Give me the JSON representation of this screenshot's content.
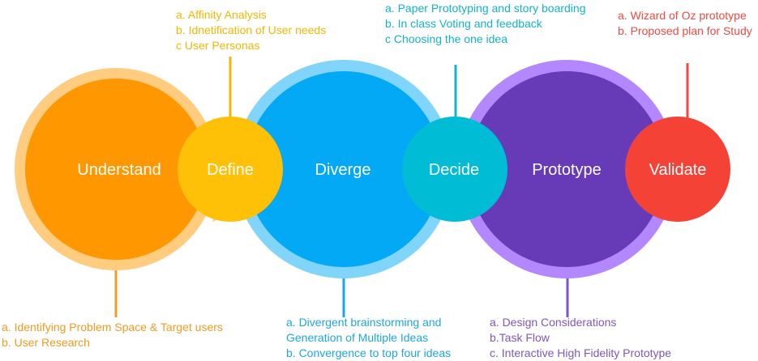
{
  "colors": {
    "understand": "#FF9800",
    "understand_ring": "#FFCC80",
    "define": "#FFC107",
    "diverge": "#03A9F4",
    "diverge_ring": "#81D4FA",
    "decide": "#00BCD4",
    "prototype": "#673AB7",
    "prototype_ring": "#B388FF",
    "validate": "#F44336",
    "note_orange": "#F39A1F",
    "note_yellow": "#F2B705",
    "note_blue": "#1DA6E6",
    "note_cyan": "#14B3C8",
    "note_purple": "#7E57C2",
    "note_red": "#EE4A41"
  },
  "stages": {
    "understand": "Understand",
    "define": "Define",
    "diverge": "Diverge",
    "decide": "Decide",
    "prototype": "Prototype",
    "validate": "Validate"
  },
  "notes": {
    "define": [
      "a. Affinity Analysis",
      "b. Idnetification of User needs",
      "c User Personas"
    ],
    "decide": [
      "a. Paper Prototyping and story boarding",
      "b. In class Voting and feedback",
      "c Choosing the one idea"
    ],
    "validate": [
      "a. Wizard of Oz prototype",
      "b. Proposed plan for Study"
    ],
    "understand": [
      "a. Identifying Problem Space & Target users",
      "b. User Research"
    ],
    "diverge": [
      "a. Divergent brainstorming and",
      "Generation of Multiple Ideas",
      "b. Convergence to top four ideas"
    ],
    "prototype": [
      "a. Design Considerations",
      "b.Task Flow",
      "c. Interactive High Fidelity Prototype"
    ]
  }
}
